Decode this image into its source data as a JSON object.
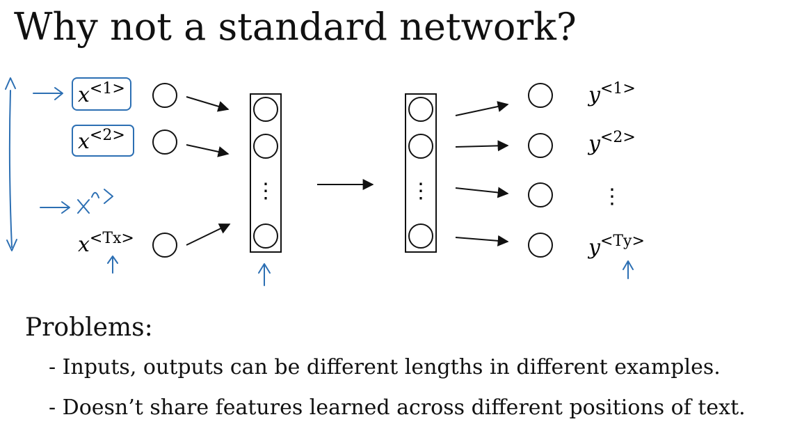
{
  "slide": {
    "title": "Why not a standard network?"
  },
  "diagram": {
    "inputs": [
      {
        "base": "x",
        "sup": "<1>"
      },
      {
        "base": "x",
        "sup": "<2>"
      },
      {
        "base": "x",
        "sup": "<Tx>"
      }
    ],
    "outputs": [
      {
        "base": "y",
        "sup": "<1>"
      },
      {
        "base": "y",
        "sup": "<2>"
      },
      {
        "base": "y",
        "sup": "<Ty>"
      }
    ],
    "ellipsis": "⋮",
    "annotation_color": "#2c6fb3"
  },
  "problems": {
    "heading": "Problems:",
    "items": [
      "- Inputs, outputs can be different lengths in different examples.",
      "- Doesn’t share features learned across different positions of text."
    ]
  }
}
